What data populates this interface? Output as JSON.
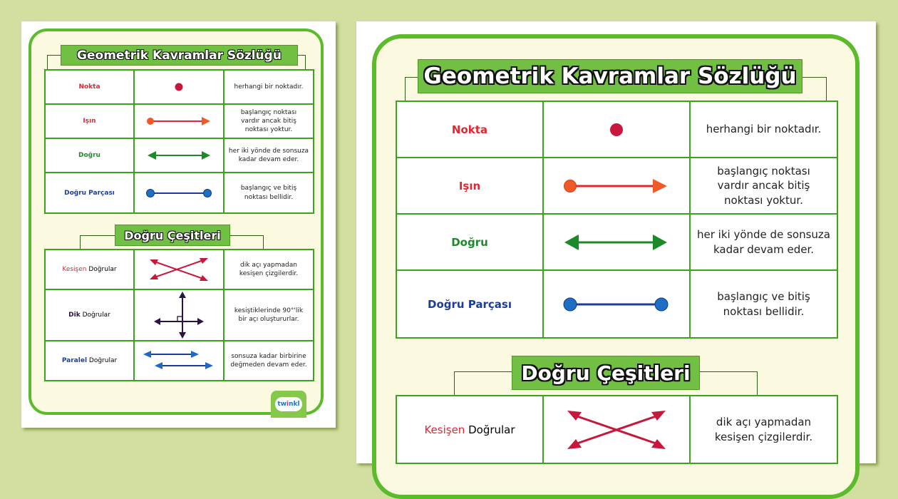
{
  "colors": {
    "background": "#d1e0a0",
    "frame_green": "#5cbb2c",
    "title_green": "#72c043",
    "table_border": "#3aa51b",
    "frame_fill": "#fbfae0",
    "red": "#e3262f",
    "green": "#1d8a2a",
    "blue": "#1c3d99",
    "crimson": "#c8173d",
    "purple": "#2a1440"
  },
  "poster": {
    "title": "Geometrik Kavramlar Sözlüğü",
    "section2_title": "Doğru Çeşitleri",
    "glossary": [
      {
        "term": "Nokta",
        "icon": "point-icon",
        "desc": "herhangi bir noktadır."
      },
      {
        "term": "Işın",
        "icon": "ray-icon",
        "desc_lines": [
          "başlangıç noktası",
          "vardır ancak bitiş",
          "noktası yoktur."
        ]
      },
      {
        "term": "Doğru",
        "icon": "line-icon",
        "desc_lines": [
          "her iki yönde de sonsuza",
          "kadar devam eder."
        ]
      },
      {
        "term": "Doğru Parçası",
        "icon": "segment-icon",
        "desc_lines": [
          "başlangıç ve bitiş",
          "noktası bellidir."
        ]
      }
    ],
    "line_types": [
      {
        "prefix": "Kesişen",
        "suffix": "Doğrular",
        "icon": "intersecting-lines-icon",
        "desc_lines": [
          "dik açı yapmadan",
          "kesişen çizgilerdir."
        ]
      },
      {
        "prefix": "Dik",
        "suffix": "Doğrular",
        "icon": "perpendicular-lines-icon",
        "desc_lines": [
          "kesiştiklerinde 90°'lik",
          "bir açı oluştururlar."
        ]
      },
      {
        "prefix": "Paralel",
        "suffix": "Doğrular",
        "icon": "parallel-lines-icon",
        "desc_lines": [
          "sonsuza kadar birbirine",
          "değmeden devam eder."
        ]
      }
    ],
    "logo": {
      "pre": "tw",
      "dot": "i",
      "post": "nkl"
    }
  }
}
